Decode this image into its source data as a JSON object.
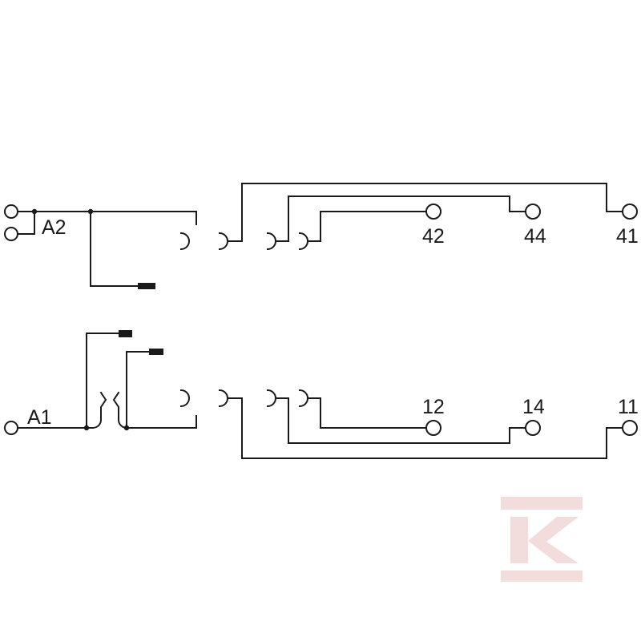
{
  "diagram": {
    "coil_labels": {
      "a1": "A1",
      "a2": "A2"
    },
    "contact_labels": {
      "c42": "42",
      "c44": "44",
      "c41": "41",
      "c12": "12",
      "c14": "14",
      "c11": "11"
    }
  },
  "watermark": {
    "letter": "K",
    "color": "#f3dcdc"
  },
  "colors": {
    "line": "#1a1a1a",
    "background": "#ffffff"
  }
}
